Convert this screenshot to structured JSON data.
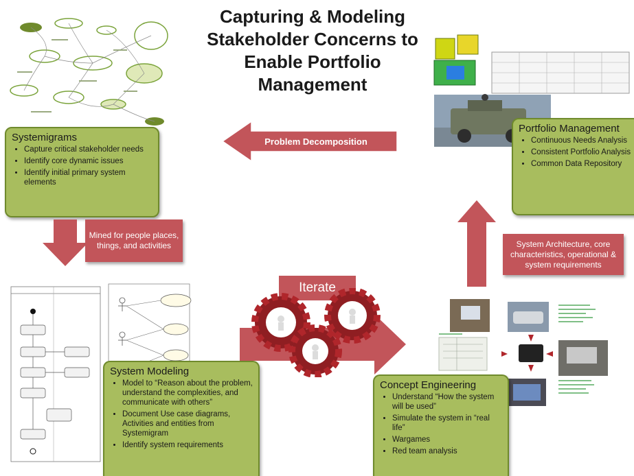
{
  "title": {
    "line1": "Capturing & Modeling",
    "line2": "Stakeholder Concerns to",
    "line3": "Enable Portfolio",
    "line4": "Management"
  },
  "systemigrams": {
    "heading": "Systemigrams",
    "bullets": [
      "Capture critical stakeholder needs",
      "Identify core dynamic issues",
      "Identify initial primary system elements"
    ]
  },
  "system_modeling": {
    "heading": "System Modeling",
    "bullets": [
      "Model to “Reason about the problem, understand the complexities, and communicate with others”",
      "Document Use case diagrams, Activities and entities from Systemigram",
      "Identify system requirements"
    ]
  },
  "concept_engineering": {
    "heading": "Concept Engineering",
    "bullets": [
      "Understand “How the system will be used”",
      "Simulate the system in “real life”",
      "Wargames",
      "Red team analysis"
    ]
  },
  "portfolio_management": {
    "heading": "Portfolio Management",
    "bullets": [
      "Continuous Needs Analysis",
      "Consistent Portfolio Analysis",
      "Common Data Repository"
    ]
  },
  "labels": {
    "problem_decomposition": "Problem Decomposition",
    "mined": "Mined for people places, things, and activities",
    "system_architecture": "System Architecture, core characteristics, operational & system requirements",
    "iterate": "Iterate"
  },
  "colors": {
    "green_box": "#a8bd5e",
    "red_arrow": "#c2555a",
    "gear": "#b0262b"
  }
}
